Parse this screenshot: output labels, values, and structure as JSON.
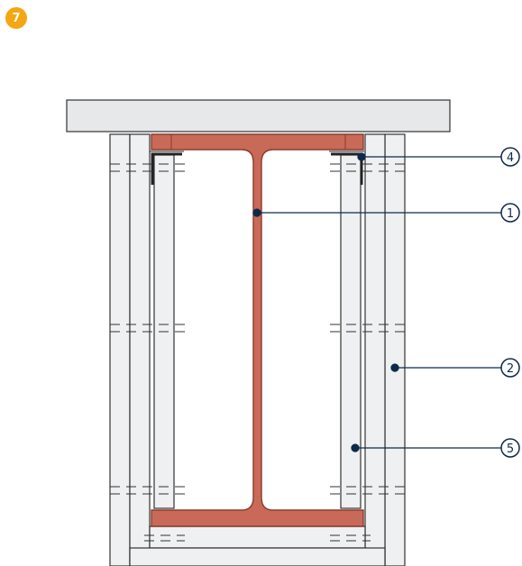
{
  "step": {
    "number": "7"
  },
  "colors": {
    "badge": "#F3A712",
    "steel": "#C96A58",
    "steel_stroke": "#8A3A2C",
    "board_fill": "#EEF0F1",
    "slab_fill": "#E6E8E9",
    "outline": "#333333",
    "leader": "#0E2A4A"
  },
  "callouts": [
    {
      "id": "4",
      "label": "4",
      "target": "corner-angle-top"
    },
    {
      "id": "1",
      "label": "1",
      "target": "steel-i-beam-web"
    },
    {
      "id": "2",
      "label": "2",
      "target": "outer-fire-board"
    },
    {
      "id": "5",
      "label": "5",
      "target": "inner-board-strip"
    }
  ]
}
